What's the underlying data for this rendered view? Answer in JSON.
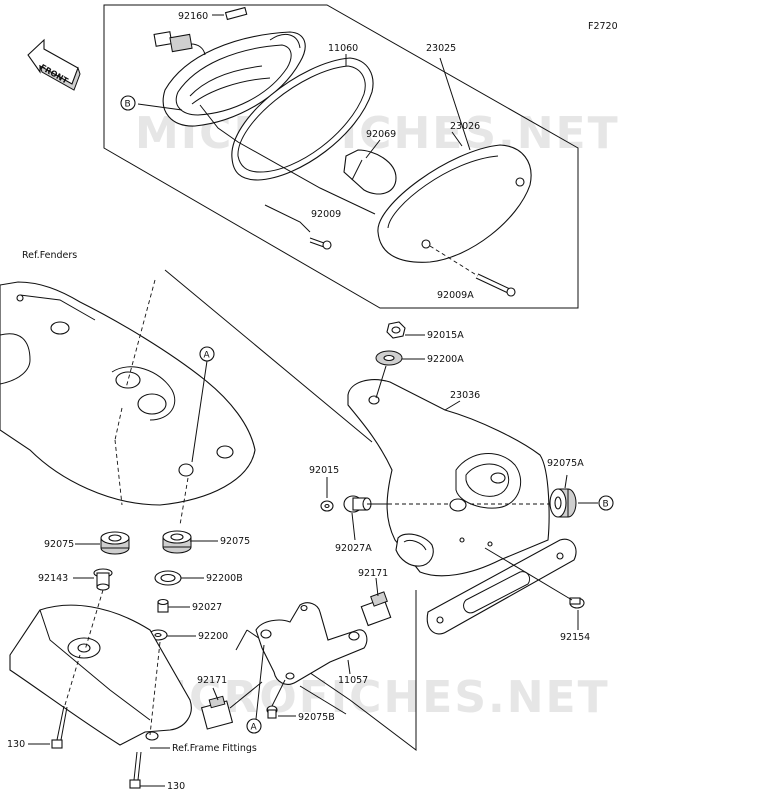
{
  "diagram_code": "F2720",
  "watermark": "MICROFICHES.NET",
  "front_label": "FRONT",
  "callouts": {
    "a": "A",
    "b": "B"
  },
  "references": {
    "fenders": "Ref.Fenders",
    "frame_fittings": "Ref.Frame Fittings"
  },
  "parts": {
    "p92160": "92160",
    "p11060": "11060",
    "p23025": "23025",
    "p92069": "92069",
    "p23026": "23026",
    "p92009": "92009",
    "p92009A": "92009A",
    "p92015A": "92015A",
    "p92200A": "92200A",
    "p23036": "23036",
    "p92015": "92015",
    "p92075A": "92075A",
    "p92027A": "92027A",
    "p92075_left": "92075",
    "p92075_right": "92075",
    "p92143": "92143",
    "p92200B": "92200B",
    "p92027": "92027",
    "p92200": "92200",
    "p92171_top": "92171",
    "p92171_bottom": "92171",
    "p11057": "11057",
    "p92075B": "92075B",
    "p92154": "92154",
    "p130_left": "130",
    "p130_bottom": "130"
  }
}
